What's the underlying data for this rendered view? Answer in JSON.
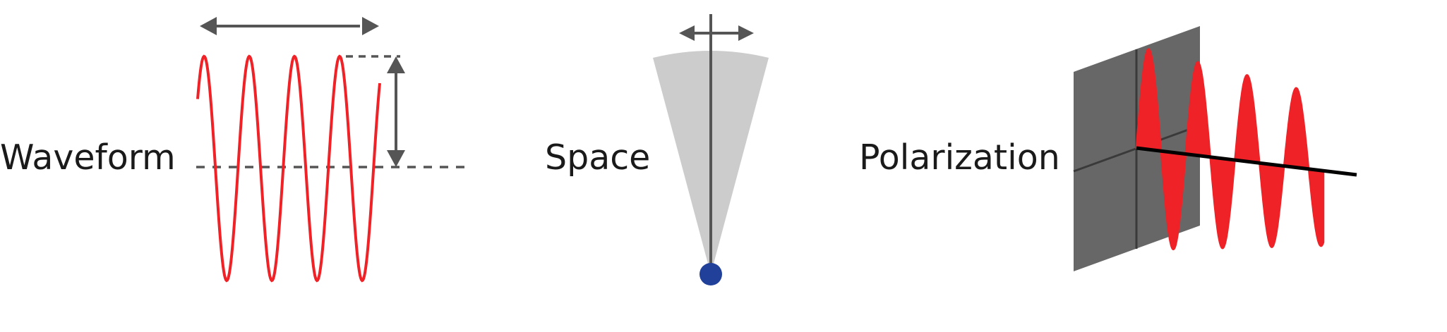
{
  "labels": {
    "waveform": "Waveform",
    "space": "Space",
    "polarization": "Polarization"
  },
  "colors": {
    "wave": "#ee2227",
    "axis": "#555555",
    "cone": "#cccccc",
    "source_dot": "#21409a",
    "plane": "#666766",
    "ray": "#000000"
  }
}
